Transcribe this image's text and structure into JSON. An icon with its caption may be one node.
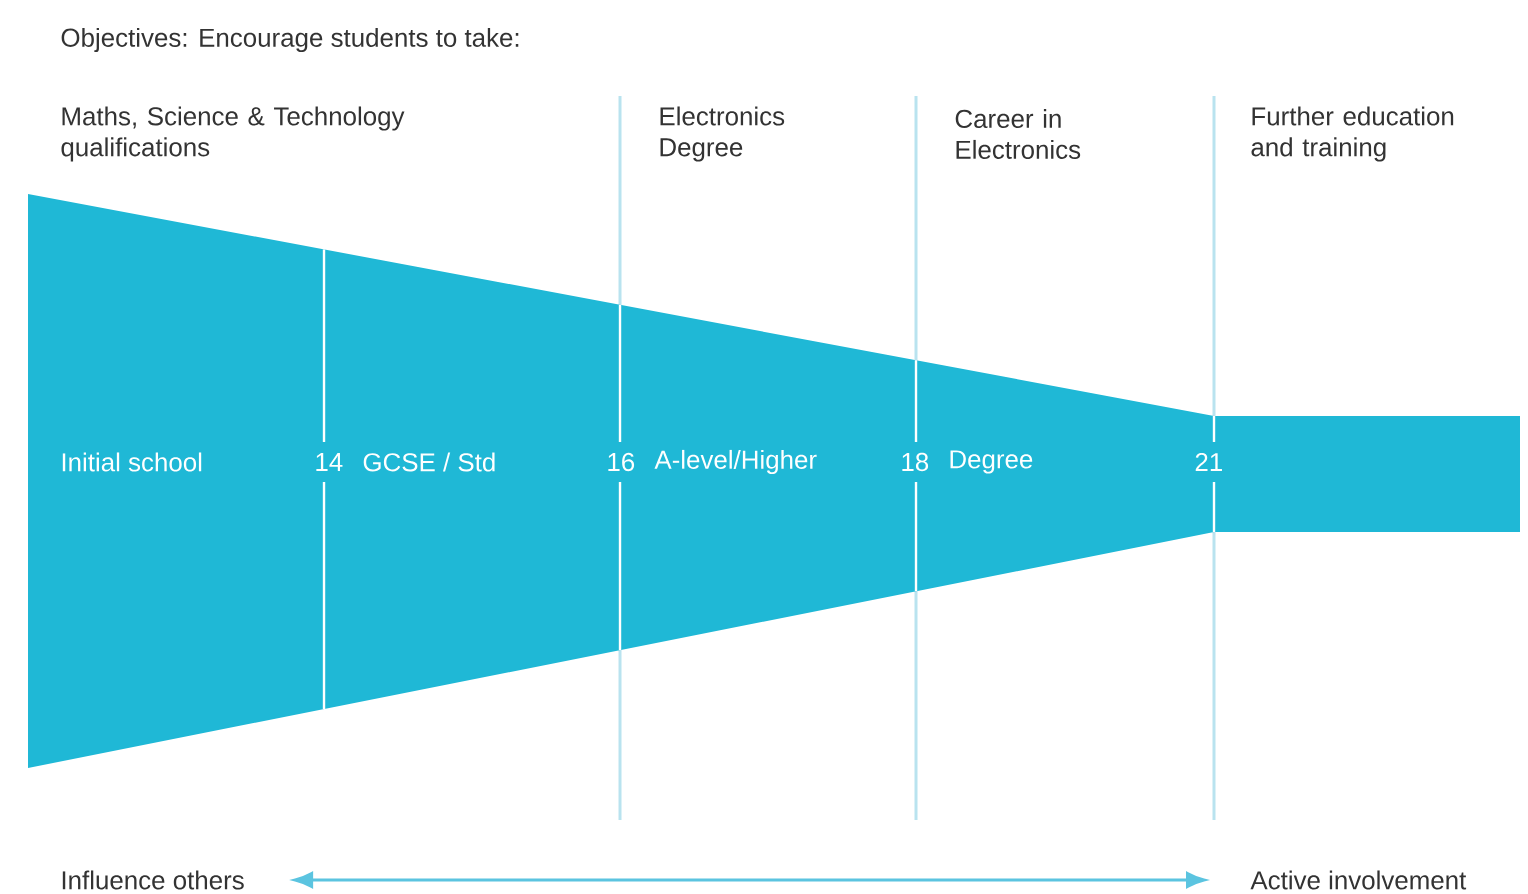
{
  "diagram": {
    "title": "Objectives: Encourage students to take:",
    "nodes": [
      {
        "text": [
          "Influence others"
        ]
      },
      {
        "text": [
          "Active involvement"
        ]
      }
    ],
    "edges": [
      {
        "from": 0,
        "to": 1,
        "arrow": "both"
      }
    ],
    "labels": [
      "Maths, Science & Technology qualifications",
      "Electronics Degree",
      "Career in Electronics",
      "Further education and training",
      "Initial school",
      "14",
      "GCSE / Std",
      "16",
      "A-level/Higher",
      "18",
      "Degree",
      "21"
    ]
  }
}
